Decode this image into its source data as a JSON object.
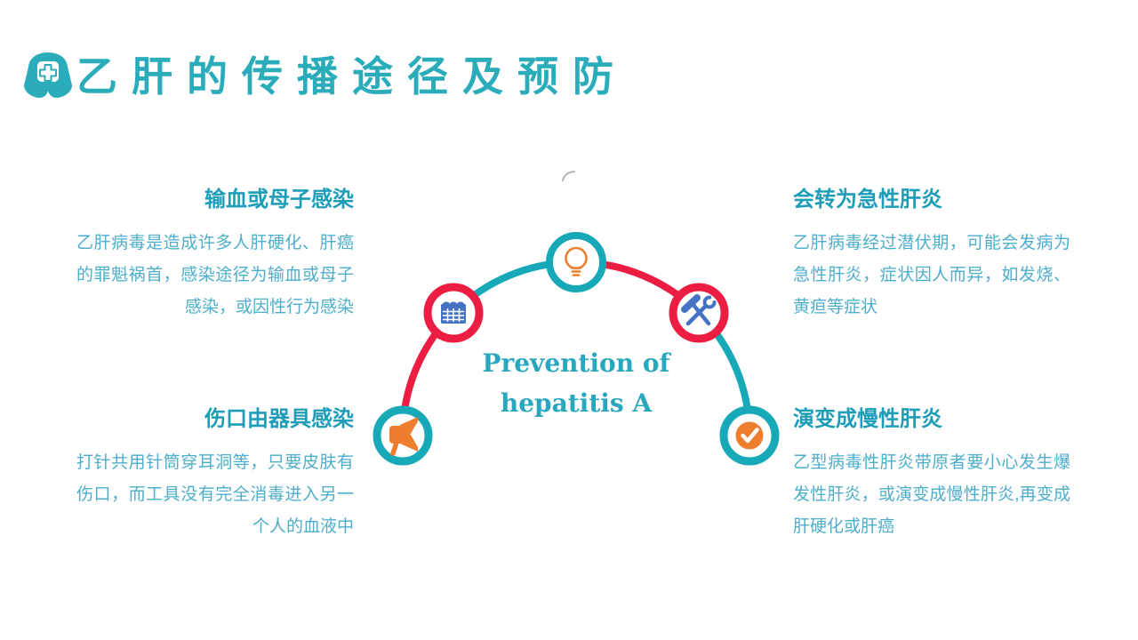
{
  "header": {
    "title": "乙肝的传播途径及预防"
  },
  "center": {
    "line1": "Prevention of",
    "line2": "hepatitis A"
  },
  "blocks": [
    {
      "position": "top-left",
      "heading": "输血或母子感染",
      "body": "乙肝病毒是造成许多人肝硬化、肝癌的罪魁祸首，感染途径为输血或母子感染，或因性行为感染"
    },
    {
      "position": "bottom-left",
      "heading": "伤口由器具感染",
      "body": "打针共用针筒穿耳洞等，只要皮肤有伤口，而工具没有完全消毒进入另一个人的血液中"
    },
    {
      "position": "top-right",
      "heading": "会转为急性肝炎",
      "body": "乙肝病毒经过潜伏期，可能会发病为急性肝炎，症状因人而异，如发烧、黄疸等症状"
    },
    {
      "position": "bottom-right",
      "heading": "演变成慢性肝炎",
      "body": "乙型病毒性肝炎带原者要小心发生爆发性肝炎，或演变成慢性肝炎,再变成肝硬化或肝癌"
    }
  ],
  "diagram": {
    "nodes": [
      {
        "icon": "megaphone-icon",
        "ring": "teal"
      },
      {
        "icon": "calendar-icon",
        "ring": "red"
      },
      {
        "icon": "lightbulb-icon",
        "ring": "teal"
      },
      {
        "icon": "tools-icon",
        "ring": "red"
      },
      {
        "icon": "check-icon",
        "ring": "teal"
      }
    ]
  },
  "colors": {
    "teal": "#17A9B8",
    "red": "#EC1D42",
    "orange": "#EE7D2E",
    "blue": "#4472C4",
    "title": "#2BACBA",
    "heading": "#1E9DB9",
    "body-text": "#4EAECB",
    "center-text": "#28A7BE"
  }
}
